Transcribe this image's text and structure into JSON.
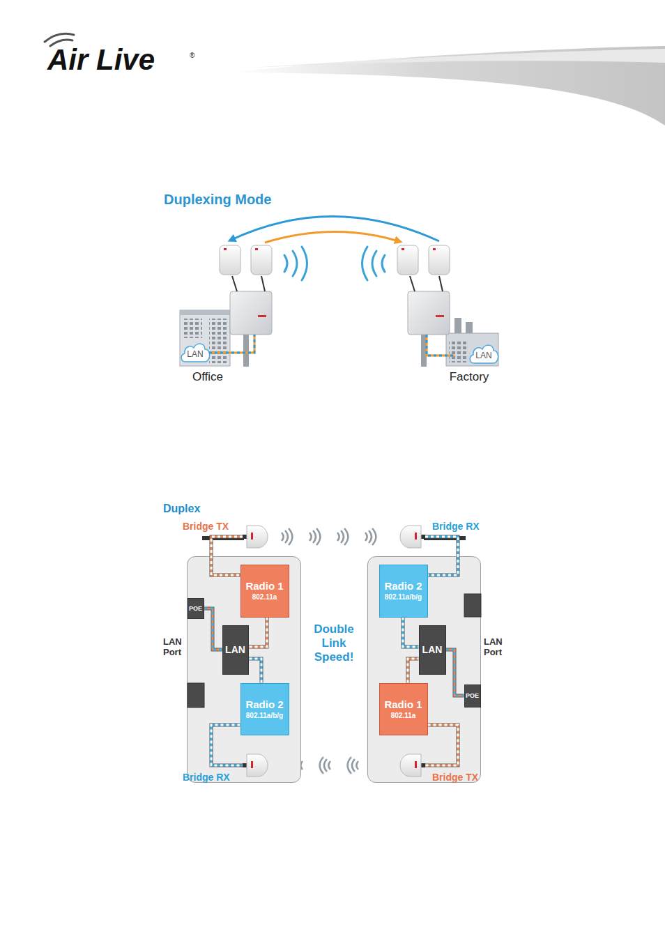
{
  "diagram": {
    "title": "Duplexing Mode",
    "nodes": [
      {
        "text": [
          "LAN"
        ]
      },
      {
        "text": [
          "LAN"
        ]
      },
      {
        "text": [
          "Bridge TX"
        ]
      },
      {
        "text": [
          "Bridge RX"
        ]
      },
      {
        "text": [
          "LAN Port"
        ]
      },
      {
        "text": [
          "Radio 1",
          "802.11a"
        ],
        "in": 4
      },
      {
        "text": [
          "POE"
        ],
        "in": 4
      },
      {
        "text": [
          "LAN"
        ],
        "in": 4
      },
      {
        "text": [
          "Radio 2",
          "802.11a/b/g"
        ],
        "in": 4
      },
      {
        "text": [
          "LAN Port"
        ]
      },
      {
        "text": [
          "Radio 2",
          "802.11a/b/g"
        ],
        "in": 9
      },
      {
        "text": [
          "LAN"
        ],
        "in": 9
      },
      {
        "text": [
          "POE"
        ],
        "in": 9
      },
      {
        "text": [
          "Radio 1",
          "802.11a"
        ],
        "in": 9
      },
      {
        "text": [
          "Bridge RX"
        ]
      },
      {
        "text": [
          "Bridge TX"
        ]
      }
    ],
    "edges": [
      {
        "from": 2,
        "to": 5,
        "arrow": "none"
      },
      {
        "from": 5,
        "to": 7,
        "arrow": "none"
      },
      {
        "from": 8,
        "to": 7,
        "arrow": "none"
      },
      {
        "from": 7,
        "to": 6,
        "arrow": "none"
      },
      {
        "from": 8,
        "to": 14,
        "arrow": "none"
      },
      {
        "from": 3,
        "to": 10,
        "arrow": "none"
      },
      {
        "from": 10,
        "to": 11,
        "arrow": "none"
      },
      {
        "from": 13,
        "to": 11,
        "arrow": "none"
      },
      {
        "from": 11,
        "to": 12,
        "arrow": "none"
      },
      {
        "from": 13,
        "to": 15,
        "arrow": "none"
      }
    ],
    "labels": [
      "Air Live",
      "®",
      "Duplex",
      "Office",
      "Factory",
      "Double Link Speed!"
    ]
  }
}
